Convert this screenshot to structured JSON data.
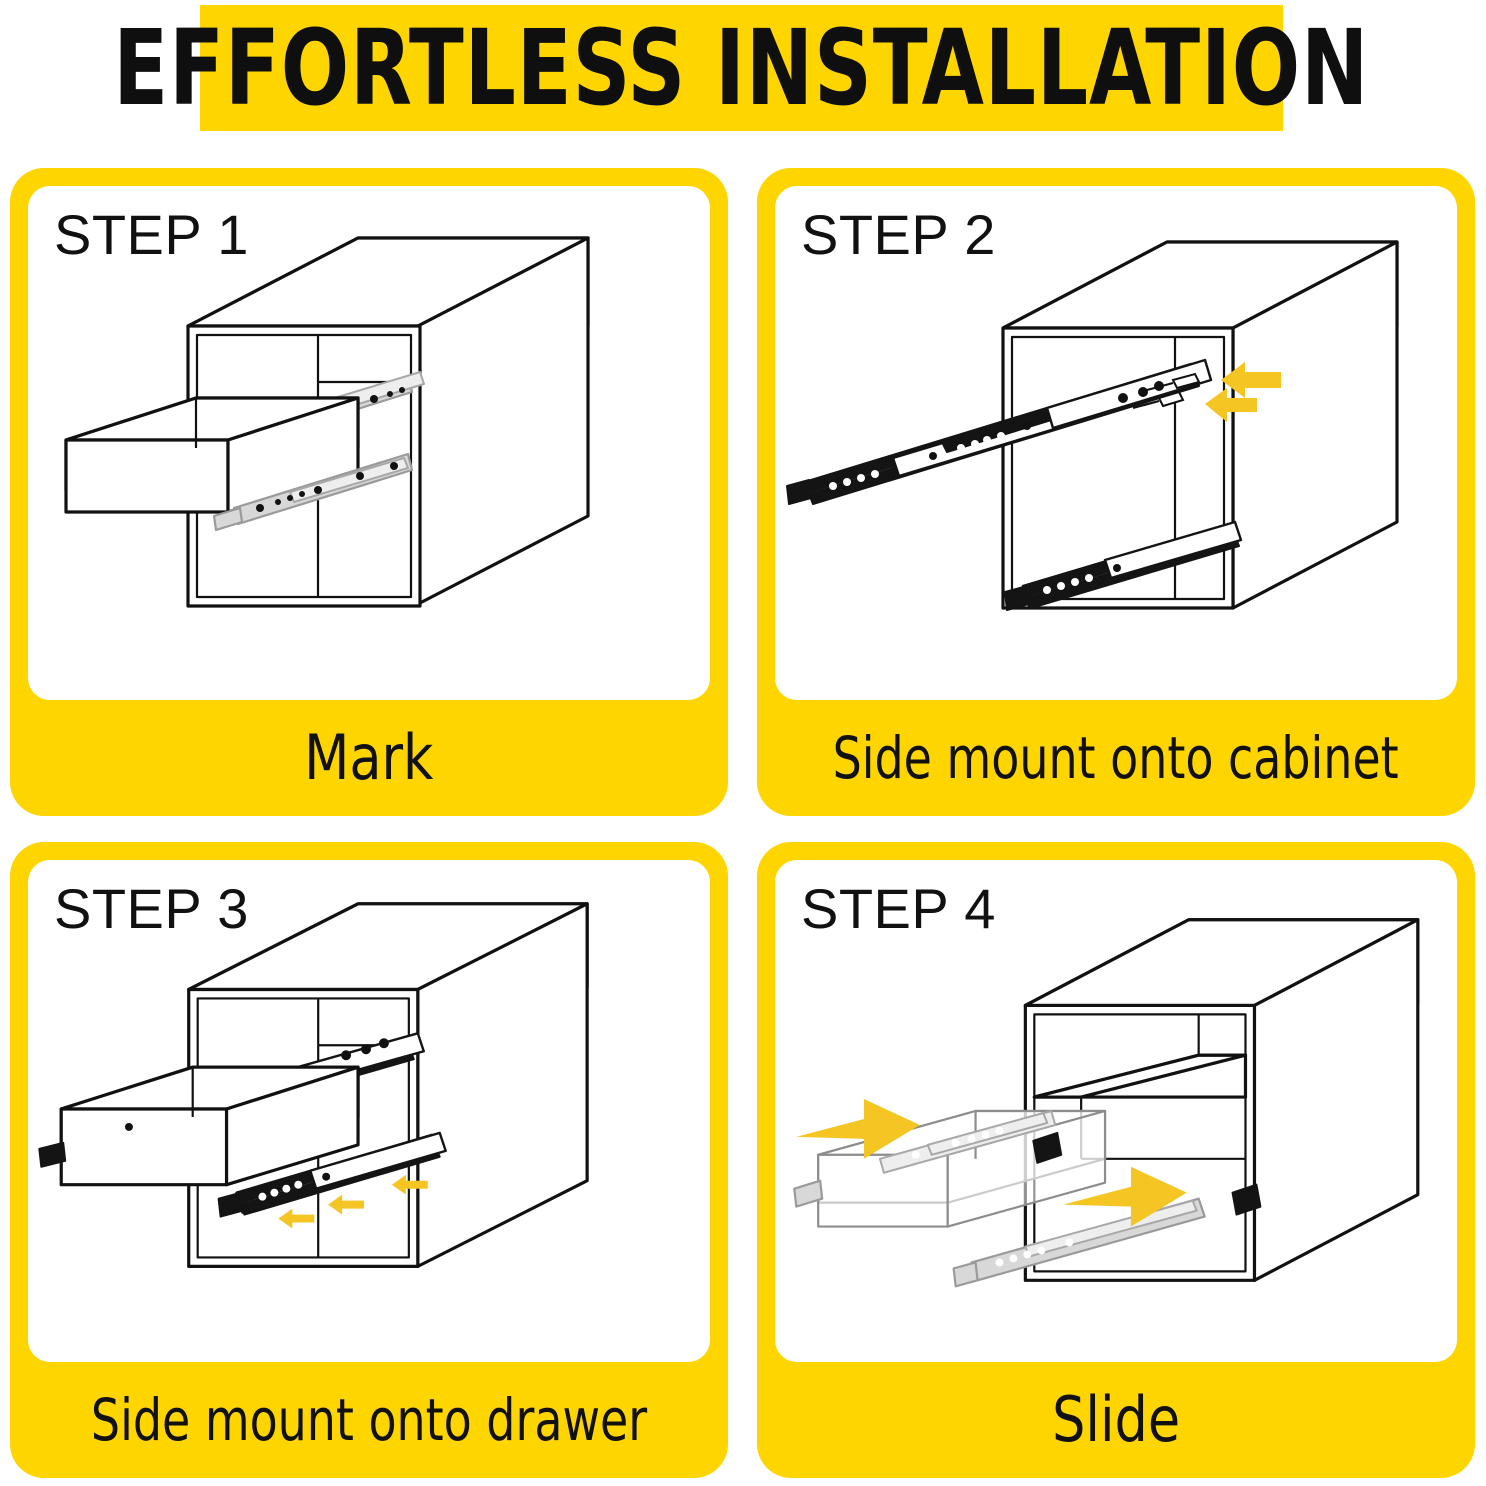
{
  "header": {
    "title": "EFFORTLESS INSTALLATION",
    "band_color": "#FFD500",
    "text_color": "#0F0F0F"
  },
  "theme": {
    "yellow": "#FFD500",
    "arrow_yellow": "#F5C524",
    "ink": "#111111",
    "panel_background": "#FFFFFF"
  },
  "steps": [
    {
      "id": "step-1",
      "label": "STEP 1",
      "caption": "Mark",
      "illustration": "cabinet-with-open-drawer-and-grey-slides",
      "arrows": []
    },
    {
      "id": "step-2",
      "label": "STEP 2",
      "caption": "Side mount onto cabinet",
      "illustration": "cabinet-with-two-black-slides-and-screws",
      "arrows": [
        "left-arrow-upper",
        "left-arrow-lower"
      ]
    },
    {
      "id": "step-3",
      "label": "STEP 3",
      "caption": "Side mount onto drawer",
      "illustration": "drawer-with-slide-attached-to-side",
      "arrows": [
        "small-left-arrow-1",
        "small-left-arrow-2",
        "small-left-arrow-3"
      ]
    },
    {
      "id": "step-4",
      "label": "STEP 4",
      "caption": "Slide",
      "illustration": "drawer-sliding-into-cabinet",
      "arrows": [
        "big-right-arrow-upper",
        "big-right-arrow-lower"
      ]
    }
  ]
}
